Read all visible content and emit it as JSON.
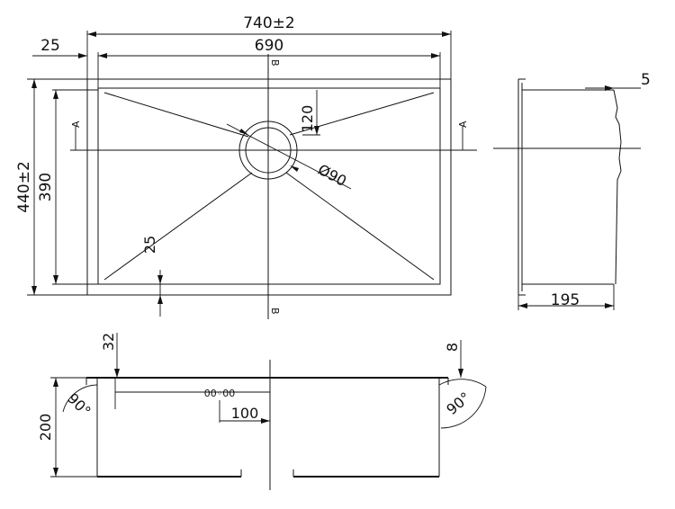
{
  "dimensions": {
    "overall_width": "740±2",
    "flange": "25",
    "inner_width": "690",
    "overall_height": "440±2",
    "inner_height": "390",
    "drain_offset": "120",
    "drain_diameter": "Ø90",
    "corner": "25",
    "side_lip": "5",
    "depth": "195",
    "top_thickness": "32",
    "edge_thickness": "8",
    "angle_left": "90°",
    "angle_right": "90°",
    "section_depth": "200",
    "overflow_offset": "100"
  },
  "section_labels": {
    "a_left": "A",
    "a_right": "A",
    "b_top": "B",
    "b_bottom": "B"
  }
}
